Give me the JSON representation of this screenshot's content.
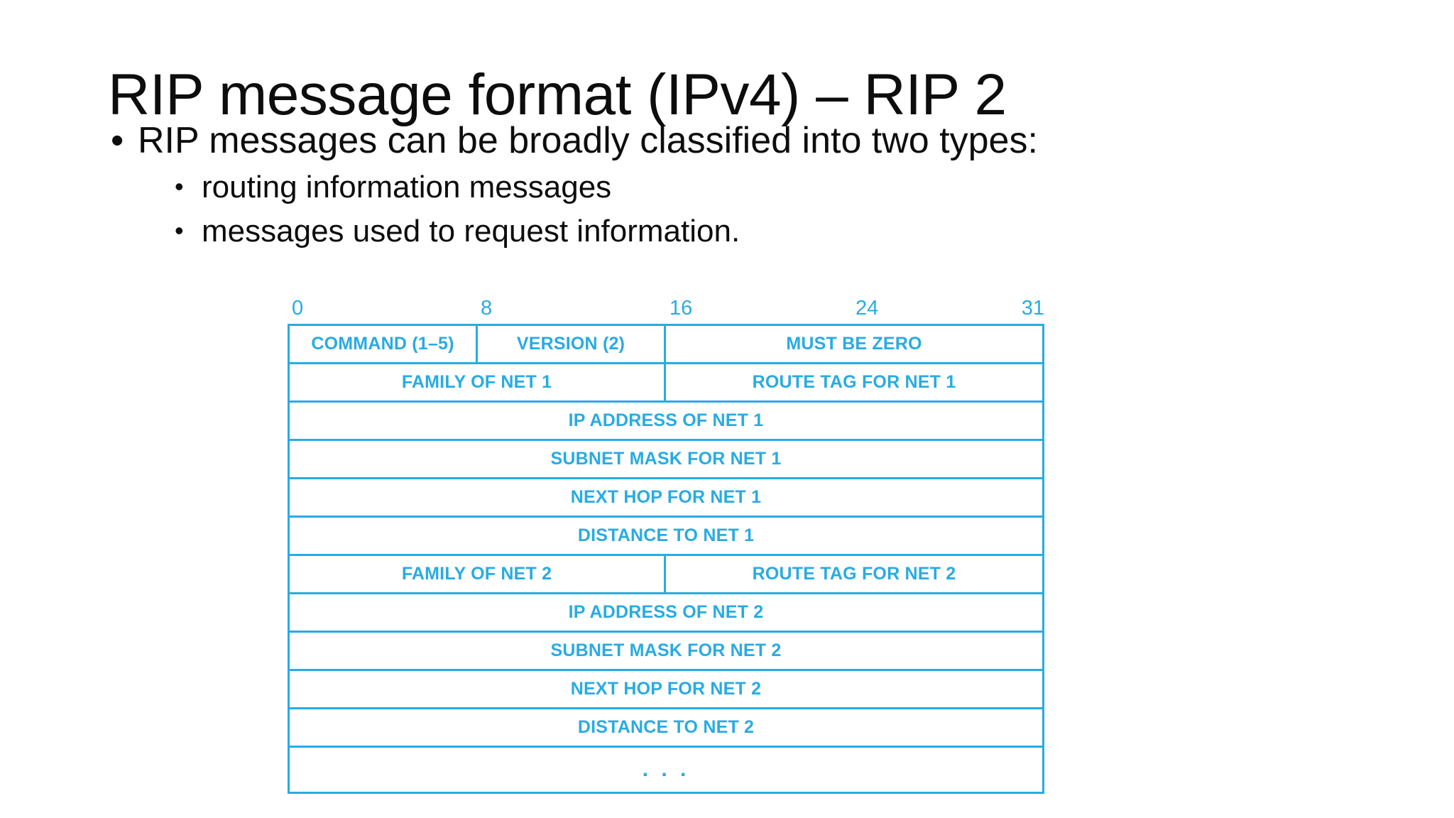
{
  "slide": {
    "title": "RIP message format (IPv4) – RIP 2",
    "bullets": [
      {
        "level": 1,
        "marker": "•",
        "text": "RIP messages can be broadly classified into two types:"
      },
      {
        "level": 2,
        "marker": "•",
        "text": "routing information messages"
      },
      {
        "level": 2,
        "marker": "•",
        "text": "messages used to request information."
      }
    ]
  },
  "diagram": {
    "name": "rip2-message-format",
    "accent_color": "#29ABE2",
    "bit_ruler": {
      "ticks": [
        "0",
        "8",
        "16",
        "24",
        "31"
      ]
    },
    "rows": [
      {
        "id": "row-header",
        "cells": [
          {
            "label": "COMMAND (1–5)",
            "span": "quarter"
          },
          {
            "label": "VERSION (2)",
            "span": "quarter"
          },
          {
            "label": "MUST BE ZERO",
            "span": "half"
          }
        ]
      },
      {
        "id": "row-family-net1",
        "cells": [
          {
            "label": "FAMILY OF NET 1",
            "span": "half"
          },
          {
            "label": "ROUTE TAG FOR NET 1",
            "span": "half"
          }
        ]
      },
      {
        "id": "row-ip-net1",
        "cells": [
          {
            "label": "IP ADDRESS OF NET 1",
            "span": "full"
          }
        ]
      },
      {
        "id": "row-mask-net1",
        "cells": [
          {
            "label": "SUBNET MASK FOR NET 1",
            "span": "full"
          }
        ]
      },
      {
        "id": "row-nexthop-net1",
        "cells": [
          {
            "label": "NEXT HOP FOR NET 1",
            "span": "full"
          }
        ]
      },
      {
        "id": "row-distance-net1",
        "cells": [
          {
            "label": "DISTANCE TO NET 1",
            "span": "full"
          }
        ]
      },
      {
        "id": "row-family-net2",
        "cells": [
          {
            "label": "FAMILY OF NET 2",
            "span": "half"
          },
          {
            "label": "ROUTE TAG FOR NET 2",
            "span": "half"
          }
        ]
      },
      {
        "id": "row-ip-net2",
        "cells": [
          {
            "label": "IP ADDRESS OF NET 2",
            "span": "full"
          }
        ]
      },
      {
        "id": "row-mask-net2",
        "cells": [
          {
            "label": "SUBNET MASK FOR NET 2",
            "span": "full"
          }
        ]
      },
      {
        "id": "row-nexthop-net2",
        "cells": [
          {
            "label": "NEXT HOP FOR NET 2",
            "span": "full"
          }
        ]
      },
      {
        "id": "row-distance-net2",
        "cells": [
          {
            "label": "DISTANCE TO NET 2",
            "span": "full"
          }
        ]
      },
      {
        "id": "row-continuation",
        "tall": true,
        "cells": [
          {
            "label": ". . .",
            "span": "full",
            "ellipsis": true
          }
        ]
      }
    ]
  }
}
